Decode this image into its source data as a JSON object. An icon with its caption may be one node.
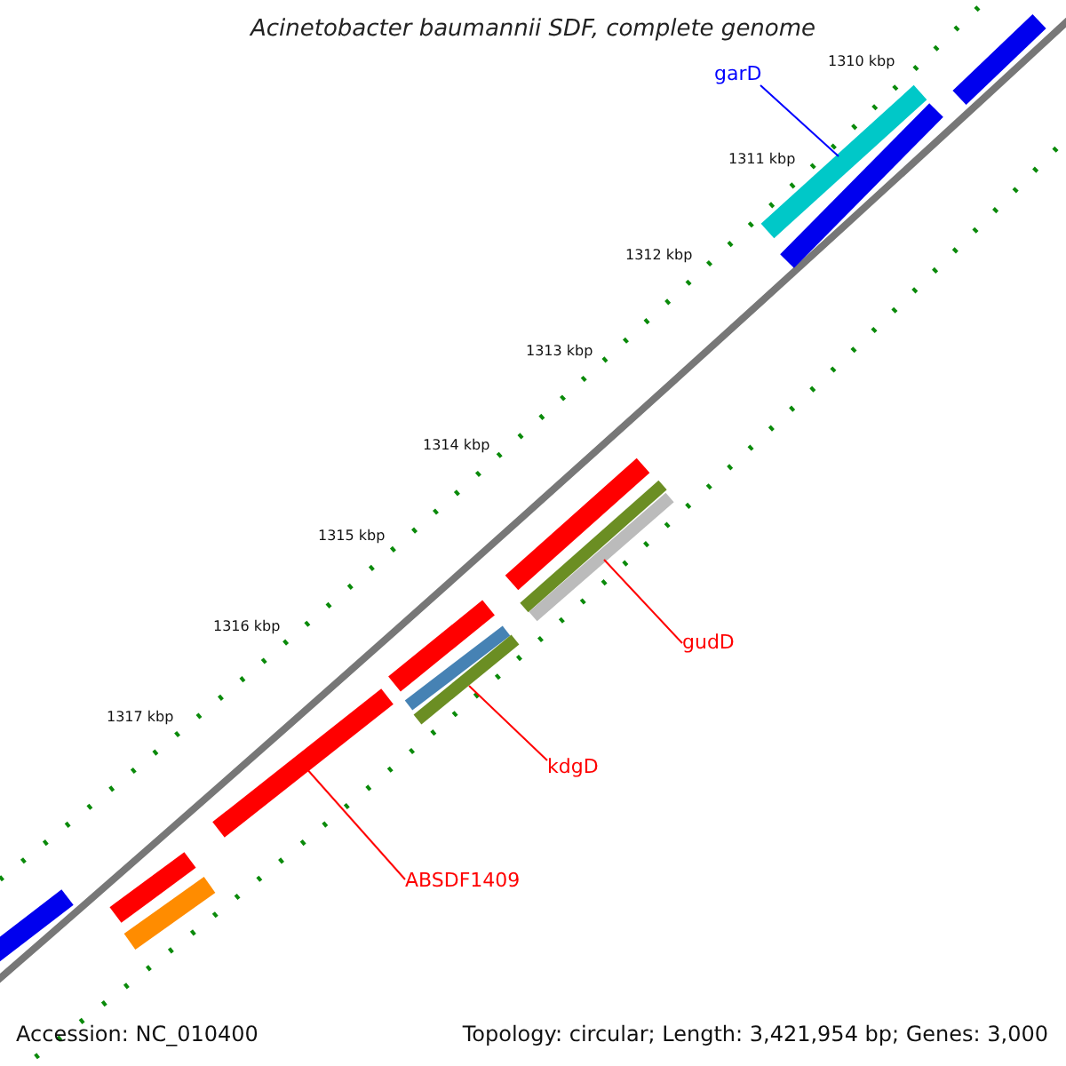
{
  "diagram": {
    "title": "Acinetobacter baumannii SDF, complete genome",
    "nodes": [
      {
        "text": [
          "garD"
        ]
      },
      {
        "text": [],
        "shape": "bar"
      },
      {
        "text": [
          "gudD"
        ]
      },
      {
        "text": [],
        "shape": "bar"
      },
      {
        "text": [
          "kdgD"
        ]
      },
      {
        "text": [],
        "shape": "bar"
      },
      {
        "text": [
          "ABSDF1409"
        ]
      },
      {
        "text": [],
        "shape": "bar"
      }
    ],
    "edges": [
      {
        "from": 0,
        "to": 1,
        "arrow": "none",
        "color": "#0000ff"
      },
      {
        "from": 2,
        "to": 3,
        "arrow": "none"
      },
      {
        "from": 4,
        "to": 5,
        "arrow": "none"
      },
      {
        "from": 6,
        "to": 7,
        "arrow": "none"
      }
    ],
    "labels": [
      "1310 kbp",
      "1311 kbp",
      "1312 kbp",
      "1313 kbp",
      "1314 kbp",
      "1315 kbp",
      "1316 kbp",
      "1317 kbp",
      "Accession: NC_010400",
      "Topology: circular; Length: 3,421,954 bp; Genes: 3,000"
    ]
  }
}
